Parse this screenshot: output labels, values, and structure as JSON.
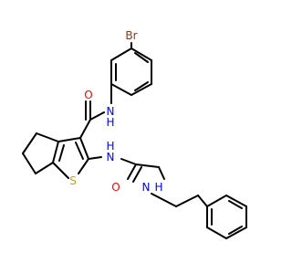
{
  "colors": {
    "bond": "#000000",
    "nitrogen": "#0000ff",
    "oxygen": "#ff0000",
    "sulfur": "#c8a000",
    "bromine": "#8b3a1a"
  },
  "atoms": {
    "bromine": "Br",
    "amide_nitrogen_1": "N",
    "amide_hydrogen_1": "H",
    "carbonyl_oxygen_1": "O",
    "amide_nitrogen_2": "N",
    "amide_hydrogen_2": "H",
    "thiophene_sulfur": "S",
    "carbonyl_oxygen_2": "O",
    "amine_nitrogen": "N",
    "amine_hydrogen": "H"
  }
}
